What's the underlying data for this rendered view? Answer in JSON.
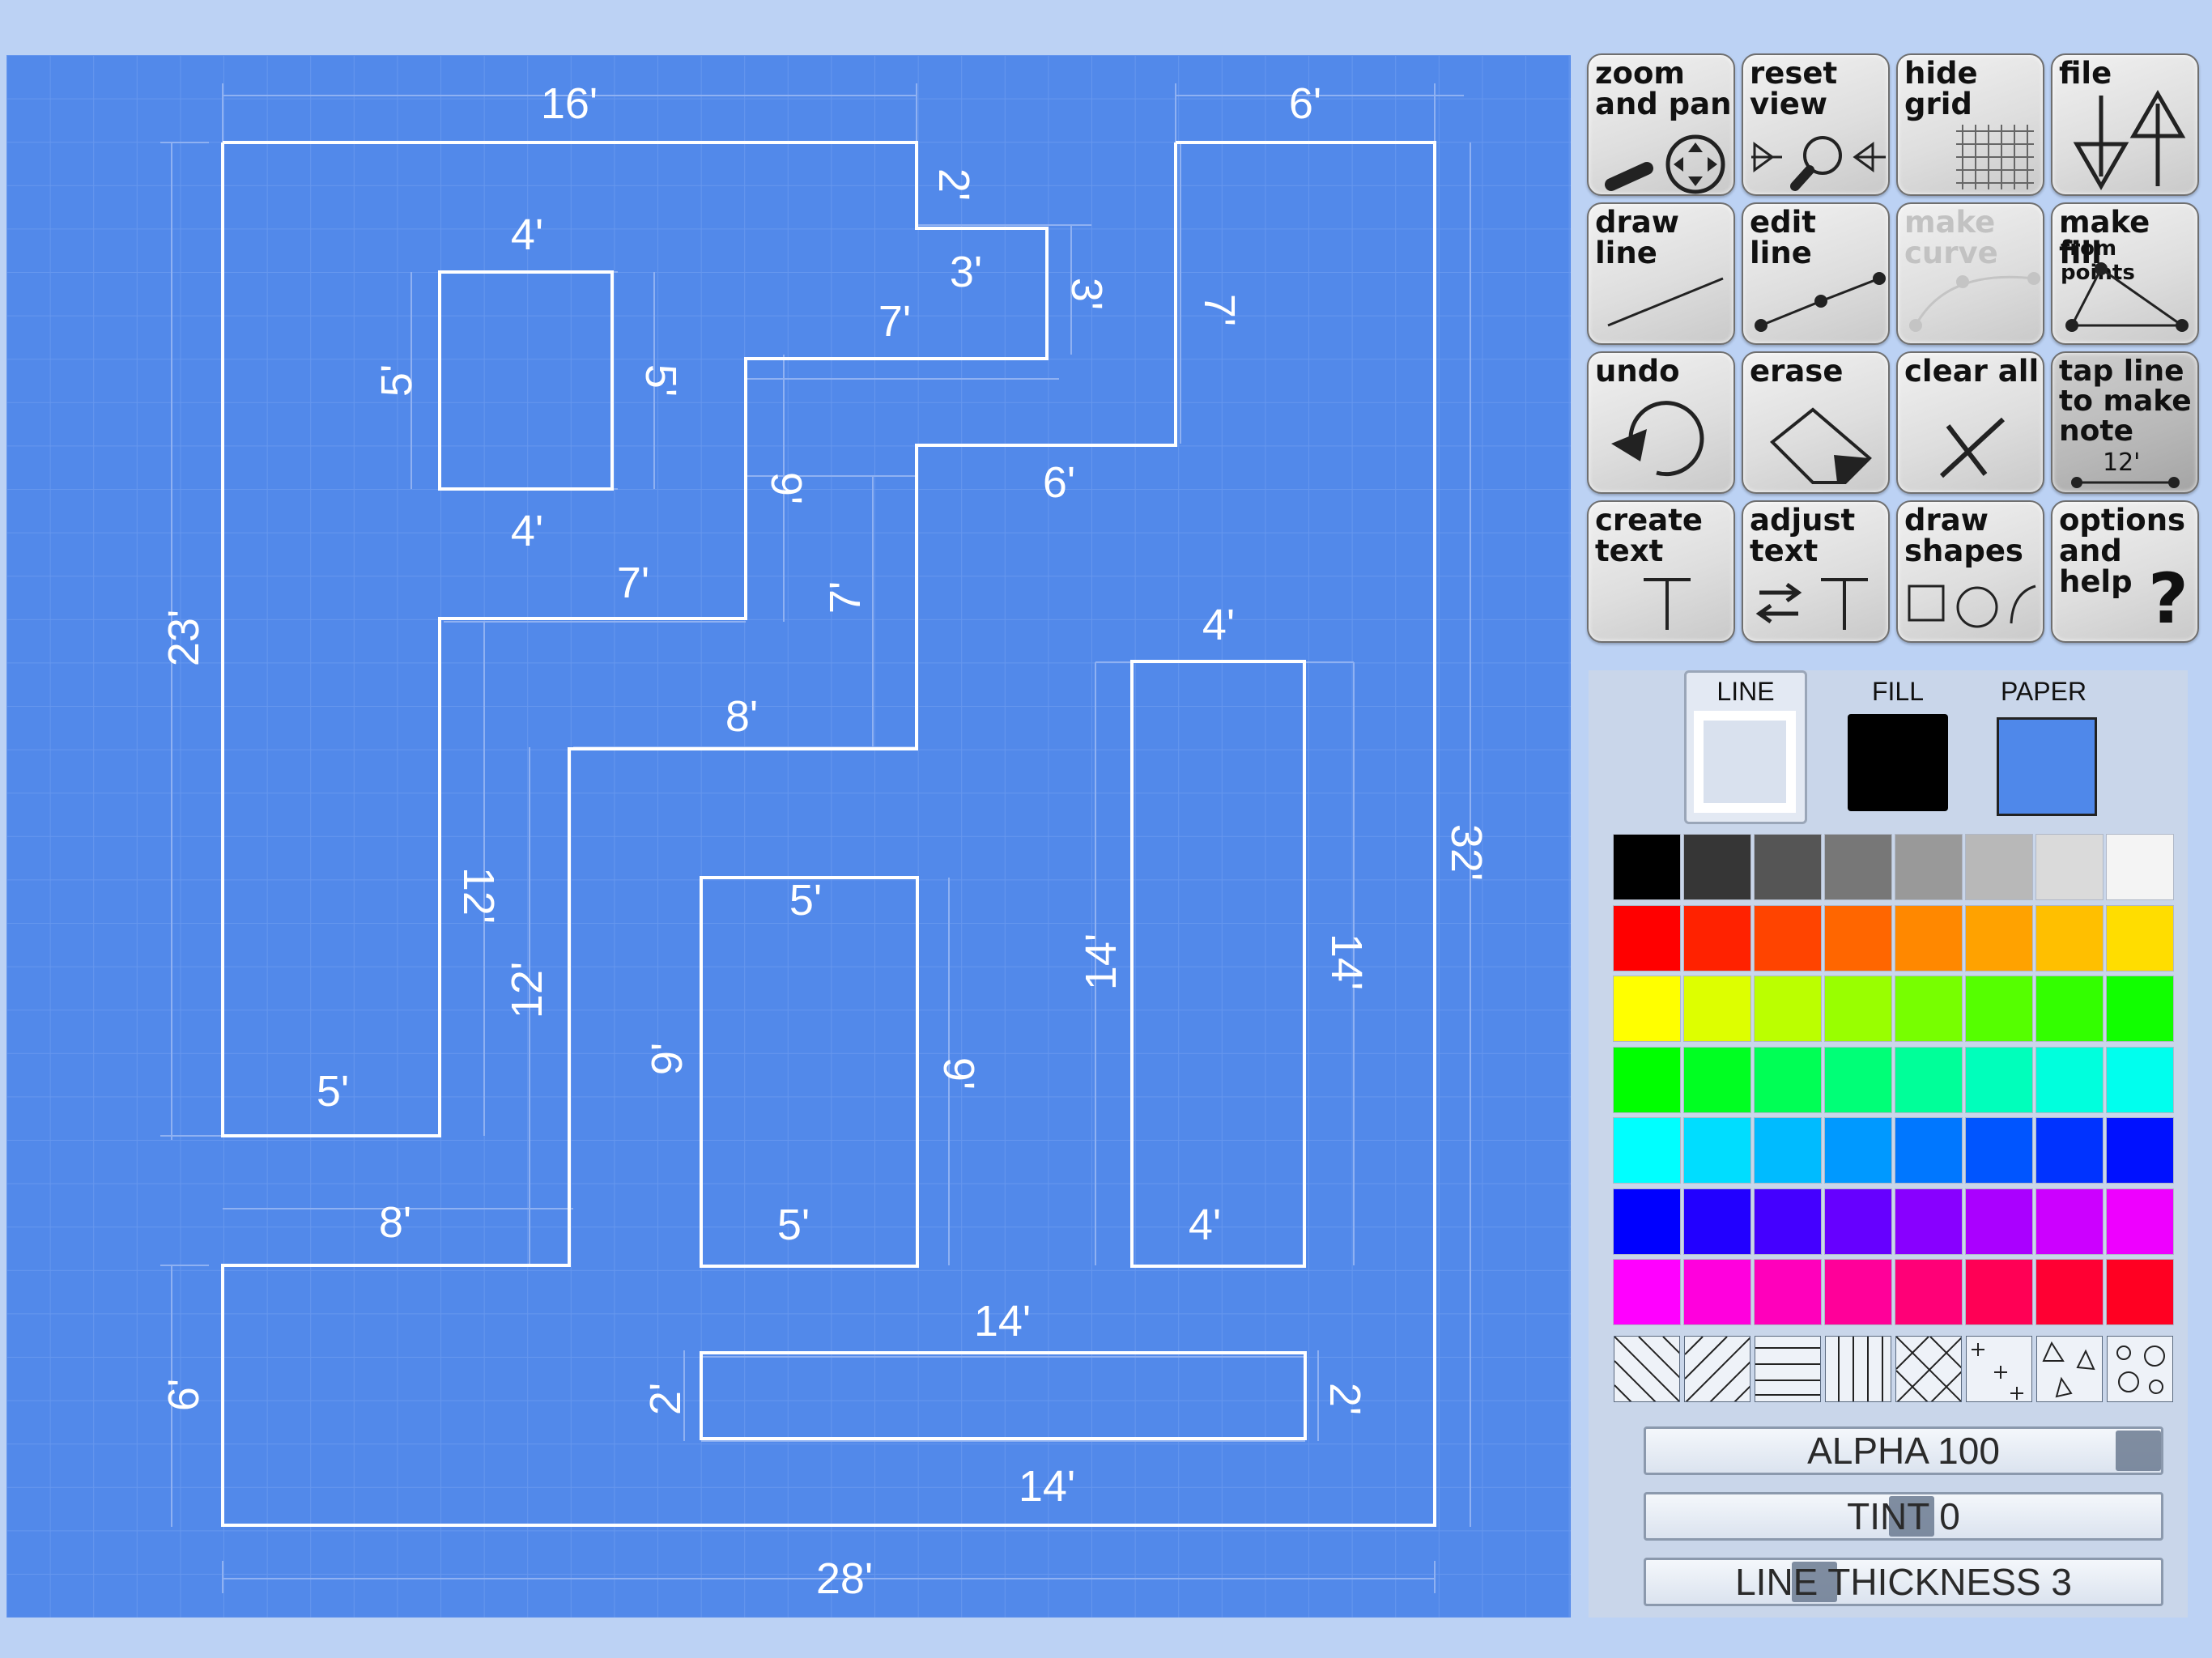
{
  "canvas": {
    "paper_color": "#5289ea",
    "line_color": "#ffffff",
    "dimension_labels": [
      "16'",
      "6'",
      "2'",
      "3'",
      "3'",
      "7'",
      "4'",
      "5'",
      "5'",
      "4'",
      "7'",
      "9'",
      "6'",
      "7'",
      "7'",
      "23'",
      "8'",
      "4'",
      "12'",
      "12'",
      "32'",
      "5'",
      "5'",
      "9'",
      "9'",
      "14'",
      "14'",
      "5'",
      "8'",
      "4'",
      "14'",
      "6'",
      "2'",
      "2'",
      "14'",
      "28'"
    ]
  },
  "toolbar": {
    "zoom_and_pan": "zoom and pan",
    "reset_view": "reset view",
    "hide_grid": "hide grid",
    "file": "file",
    "draw_line": "draw line",
    "edit_line": "edit line",
    "make_curve": "make curve",
    "make_fill": "make fill",
    "make_fill_sub": "from points",
    "undo": "undo",
    "erase": "erase",
    "clear_all": "clear all",
    "tap_line_note": "tap line to make note",
    "tap_line_note_value": "12'",
    "create_text": "create text",
    "adjust_text": "adjust text",
    "draw_shapes": "draw shapes",
    "options_help": "options and help"
  },
  "swatches": {
    "line_label": "LINE",
    "fill_label": "FILL",
    "paper_label": "PAPER",
    "line_color": "#d9e1ee",
    "fill_color": "#000000",
    "paper_color": "#4f88ea",
    "selected": "LINE"
  },
  "palette": [
    [
      "#000000",
      "#363636",
      "#555555",
      "#777777",
      "#999999",
      "#b8b8b8",
      "#dadada",
      "#f4f4f4"
    ],
    [
      "#ff0000",
      "#ff2200",
      "#ff4400",
      "#ff6600",
      "#ff8800",
      "#ffa200",
      "#ffbf00",
      "#ffdd00"
    ],
    [
      "#ffff00",
      "#ddff00",
      "#bbff00",
      "#99ff00",
      "#77ff00",
      "#55ff00",
      "#33ff00",
      "#11ff00"
    ],
    [
      "#00ff00",
      "#00ff22",
      "#00ff55",
      "#00ff77",
      "#00ff99",
      "#00ffbb",
      "#00ffdd",
      "#00ffee"
    ],
    [
      "#00ffff",
      "#00ddff",
      "#00bbff",
      "#0099ff",
      "#0077ff",
      "#0055ff",
      "#0033ff",
      "#0011ff"
    ],
    [
      "#0000ff",
      "#2200ff",
      "#4400ff",
      "#6600ff",
      "#8800ff",
      "#aa00ff",
      "#cc00ff",
      "#ee00ff"
    ],
    [
      "#ff00ff",
      "#ff00dd",
      "#ff00bb",
      "#ff0099",
      "#ff0077",
      "#ff0055",
      "#ff0033",
      "#ff0022"
    ]
  ],
  "patterns": [
    "diagonal-left-pattern",
    "diagonal-right-pattern",
    "horizontal-pattern",
    "vertical-pattern",
    "crosshatch-pattern",
    "plus-pattern",
    "triangle-pattern",
    "circle-pattern"
  ],
  "sliders": {
    "alpha": "ALPHA 100",
    "alpha_value": 100,
    "tint": "TINT 0",
    "tint_value": 0,
    "line_thickness": "LINE THICKNESS 3",
    "line_thickness_value": 3
  }
}
